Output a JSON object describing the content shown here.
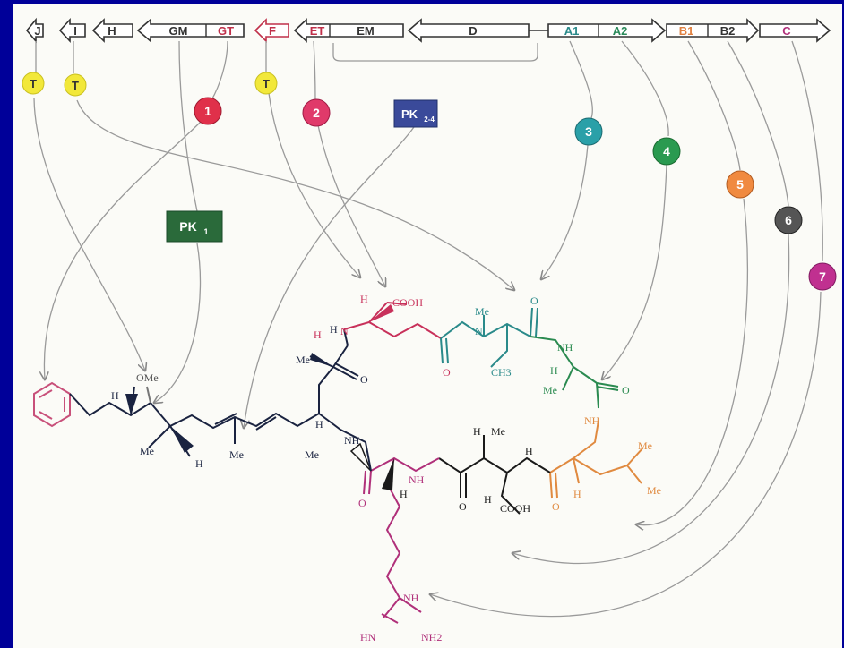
{
  "genes": [
    {
      "label": "J",
      "color": "#333333"
    },
    {
      "label": "I",
      "color": "#333333"
    },
    {
      "label": "H",
      "color": "#333333"
    },
    {
      "label": "GM",
      "color": "#333333"
    },
    {
      "label": "GT",
      "color": "#c0304a"
    },
    {
      "label": "F",
      "color": "#c0304a"
    },
    {
      "label": "ET",
      "color": "#c0304a"
    },
    {
      "label": "EM",
      "color": "#333333"
    },
    {
      "label": "D",
      "color": "#333333"
    },
    {
      "label": "A1",
      "color": "#2a8a8a"
    },
    {
      "label": "A2",
      "color": "#2a8a5a"
    },
    {
      "label": "B1",
      "color": "#e08040"
    },
    {
      "label": "B2",
      "color": "#333333"
    },
    {
      "label": "C",
      "color": "#b0307a"
    }
  ],
  "modules": [
    {
      "label": "1",
      "color": "#e0304a"
    },
    {
      "label": "2",
      "color": "#e03a6a"
    },
    {
      "label": "3",
      "color": "#2aa0a8"
    },
    {
      "label": "4",
      "color": "#2a9a50"
    },
    {
      "label": "5",
      "color": "#f08a40"
    },
    {
      "label": "6",
      "color": "#555555"
    },
    {
      "label": "7",
      "color": "#c03090"
    }
  ],
  "tailoring_tag": "T",
  "pk_boxes": [
    {
      "label": "PK",
      "sub": "2-4",
      "color": "#3a4a9a"
    },
    {
      "label": "PK",
      "sub": "1",
      "color": "#2a6a3a"
    }
  ],
  "mol_labels": {
    "ome": "OMe",
    "cooh1": "COOH",
    "cooh2": "COOH",
    "h_a": "H",
    "h_b": "H",
    "h_c": "H",
    "h_d": "H",
    "h_e": "H",
    "h_f": "H",
    "h_g": "H",
    "h_h": "H",
    "h_i": "H",
    "h_j": "H",
    "nh_link": "N",
    "me_1": "Me",
    "me_2": "Me",
    "me_3": "Me",
    "me_4": "Me",
    "me_5": "Me",
    "me_6": "Me",
    "me_7": "Me",
    "me_8": "Me",
    "me_9": "Me",
    "nh1": "NH",
    "nh2": "NH",
    "nh3": "NH",
    "nh4": "NH",
    "nh5": "NH",
    "n2": "N",
    "o1": "O",
    "o2": "O",
    "o3": "O",
    "o4": "O",
    "o5": "O",
    "o6": "O",
    "o7": "O",
    "ch3": "CH3",
    "hn": "HN",
    "nh2_g": "NH2"
  }
}
